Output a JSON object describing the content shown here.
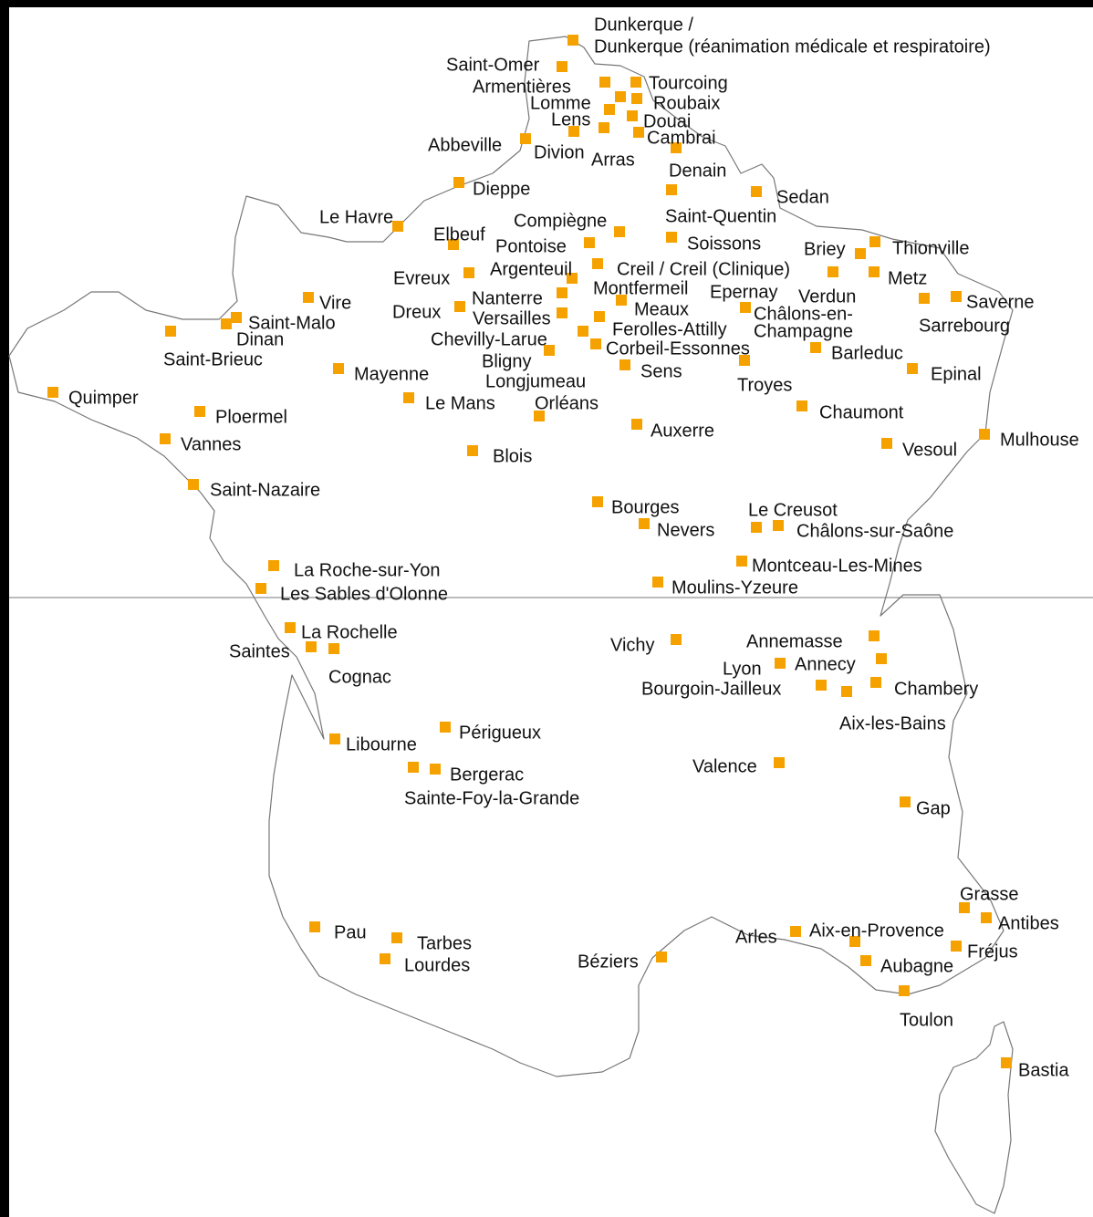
{
  "colors": {
    "background": "#000000",
    "land": "#ffffff",
    "outline": "#777777",
    "marker": "#f5a200",
    "label": "#111111"
  },
  "markers": [
    {
      "id": "dunkerque-1",
      "label": "Dunkerque /"
    },
    {
      "id": "dunkerque-2",
      "label": "Dunkerque (réanimation médicale et respiratoire)"
    },
    {
      "id": "saint-omer",
      "label": "Saint-Omer"
    },
    {
      "id": "armentieres",
      "label": "Armentières"
    },
    {
      "id": "tourcoing",
      "label": "Tourcoing"
    },
    {
      "id": "lomme",
      "label": "Lomme"
    },
    {
      "id": "roubaix",
      "label": "Roubaix"
    },
    {
      "id": "lens",
      "label": "Lens"
    },
    {
      "id": "douai",
      "label": "Douai"
    },
    {
      "id": "cambrai",
      "label": "Cambrai"
    },
    {
      "id": "abbeville",
      "label": "Abbeville"
    },
    {
      "id": "divion",
      "label": "Divion"
    },
    {
      "id": "arras",
      "label": "Arras"
    },
    {
      "id": "denain",
      "label": "Denain"
    },
    {
      "id": "dieppe",
      "label": "Dieppe"
    },
    {
      "id": "sedan",
      "label": "Sedan"
    },
    {
      "id": "saint-quentin",
      "label": "Saint-Quentin"
    },
    {
      "id": "le-havre",
      "label": "Le Havre"
    },
    {
      "id": "compiegne",
      "label": "Compiègne"
    },
    {
      "id": "elbeuf",
      "label": "Elbeuf"
    },
    {
      "id": "pontoise",
      "label": "Pontoise"
    },
    {
      "id": "soissons",
      "label": "Soissons"
    },
    {
      "id": "briey",
      "label": "Briey"
    },
    {
      "id": "thionville",
      "label": "Thionville"
    },
    {
      "id": "argenteuil",
      "label": "Argenteuil"
    },
    {
      "id": "creil",
      "label": "Creil / Creil (Clinique)"
    },
    {
      "id": "metz",
      "label": "Metz"
    },
    {
      "id": "evreux",
      "label": "Evreux"
    },
    {
      "id": "montfermeil",
      "label": "Montfermeil"
    },
    {
      "id": "epernay",
      "label": "Epernay"
    },
    {
      "id": "verdun",
      "label": "Verdun"
    },
    {
      "id": "saverne",
      "label": "Saverne"
    },
    {
      "id": "vire",
      "label": "Vire"
    },
    {
      "id": "nanterre",
      "label": "Nanterre"
    },
    {
      "id": "dreux",
      "label": "Dreux"
    },
    {
      "id": "meaux",
      "label": "Meaux"
    },
    {
      "id": "chalons-en-champagne-1",
      "label": "Châlons-en-"
    },
    {
      "id": "chalons-en-champagne-2",
      "label": "Champagne"
    },
    {
      "id": "saint-malo",
      "label": "Saint-Malo"
    },
    {
      "id": "versailles",
      "label": "Versailles"
    },
    {
      "id": "sarrebourg",
      "label": "Sarrebourg"
    },
    {
      "id": "dinan",
      "label": "Dinan"
    },
    {
      "id": "ferolles-attilly",
      "label": "Ferolles-Attilly"
    },
    {
      "id": "chevilly-larue",
      "label": "Chevilly-Larue"
    },
    {
      "id": "corbeil-essonnes",
      "label": "Corbeil-Essonnes"
    },
    {
      "id": "saint-brieuc",
      "label": "Saint-Brieuc"
    },
    {
      "id": "barleduc",
      "label": "Barleduc"
    },
    {
      "id": "bligny",
      "label": "Bligny"
    },
    {
      "id": "mayenne",
      "label": "Mayenne"
    },
    {
      "id": "sens",
      "label": "Sens"
    },
    {
      "id": "epinal",
      "label": "Epinal"
    },
    {
      "id": "longjumeau",
      "label": "Longjumeau"
    },
    {
      "id": "troyes",
      "label": "Troyes"
    },
    {
      "id": "quimper",
      "label": "Quimper"
    },
    {
      "id": "le-mans",
      "label": "Le Mans"
    },
    {
      "id": "orleans",
      "label": "Orléans"
    },
    {
      "id": "chaumont",
      "label": "Chaumont"
    },
    {
      "id": "ploermel",
      "label": "Ploermel"
    },
    {
      "id": "auxerre",
      "label": "Auxerre"
    },
    {
      "id": "mulhouse",
      "label": "Mulhouse"
    },
    {
      "id": "vannes",
      "label": "Vannes"
    },
    {
      "id": "vesoul",
      "label": "Vesoul"
    },
    {
      "id": "blois",
      "label": "Blois"
    },
    {
      "id": "saint-nazaire",
      "label": "Saint-Nazaire"
    },
    {
      "id": "bourges",
      "label": "Bourges"
    },
    {
      "id": "le-creusot",
      "label": "Le Creusot"
    },
    {
      "id": "nevers",
      "label": "Nevers"
    },
    {
      "id": "chalons-sur-saone",
      "label": "Châlons-sur-Saône"
    },
    {
      "id": "montceau-les-mines",
      "label": "Montceau-Les-Mines"
    },
    {
      "id": "la-roche-sur-yon",
      "label": "La Roche-sur-Yon"
    },
    {
      "id": "moulins-yzeure",
      "label": "Moulins-Yzeure"
    },
    {
      "id": "les-sables-d-olonne",
      "label": "Les Sables d'Olonne"
    },
    {
      "id": "la-rochelle",
      "label": "La Rochelle"
    },
    {
      "id": "annemasse",
      "label": "Annemasse"
    },
    {
      "id": "vichy",
      "label": "Vichy"
    },
    {
      "id": "saintes",
      "label": "Saintes"
    },
    {
      "id": "annecy",
      "label": "Annecy"
    },
    {
      "id": "lyon",
      "label": "Lyon"
    },
    {
      "id": "cognac",
      "label": "Cognac"
    },
    {
      "id": "bourgoin-jailleux",
      "label": "Bourgoin-Jailleux"
    },
    {
      "id": "chambery",
      "label": "Chambery"
    },
    {
      "id": "aix-les-bains",
      "label": "Aix-les-Bains"
    },
    {
      "id": "perigueux",
      "label": "Périgueux"
    },
    {
      "id": "libourne",
      "label": "Libourne"
    },
    {
      "id": "valence",
      "label": "Valence"
    },
    {
      "id": "bergerac",
      "label": "Bergerac"
    },
    {
      "id": "sainte-foy-la-grande",
      "label": "Sainte-Foy-la-Grande"
    },
    {
      "id": "gap",
      "label": "Gap"
    },
    {
      "id": "grasse",
      "label": "Grasse"
    },
    {
      "id": "antibes",
      "label": "Antibes"
    },
    {
      "id": "aix-en-provence",
      "label": "Aix-en-Provence"
    },
    {
      "id": "pau",
      "label": "Pau"
    },
    {
      "id": "arles",
      "label": "Arles"
    },
    {
      "id": "tarbes",
      "label": "Tarbes"
    },
    {
      "id": "frejus",
      "label": "Fréjus"
    },
    {
      "id": "beziers",
      "label": "Béziers"
    },
    {
      "id": "aubagne",
      "label": "Aubagne"
    },
    {
      "id": "lourdes",
      "label": "Lourdes"
    },
    {
      "id": "toulon",
      "label": "Toulon"
    },
    {
      "id": "bastia",
      "label": "Bastia"
    }
  ]
}
